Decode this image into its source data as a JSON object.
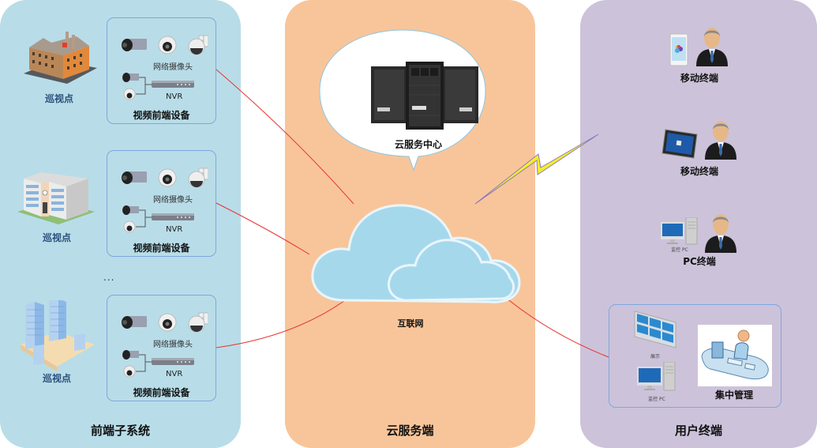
{
  "front_subsystem": {
    "title": "前端子系统",
    "sites": [
      {
        "label": "巡视点",
        "icon": "factory-icon"
      },
      {
        "label": "巡视点",
        "icon": "office-building-icon"
      },
      {
        "label": "巡视点",
        "icon": "high-rise-campus-icon"
      }
    ],
    "ellipsis": "...",
    "device_boxes": [
      {
        "camera_label": "网络摄像头",
        "nvr_label": "NVR",
        "title": "视频前端设备"
      },
      {
        "camera_label": "网络摄像头",
        "nvr_label": "NVR",
        "title": "视频前端设备"
      },
      {
        "camera_label": "网络摄像头",
        "nvr_label": "NVR",
        "title": "视频前端设备"
      }
    ]
  },
  "cloud_service": {
    "title": "云服务端",
    "server_center_label": "云服务中心",
    "internet_label": "互联网"
  },
  "user_terminal": {
    "title": "用户终端",
    "terminals": [
      {
        "label": "移动终端",
        "device": "smartphone-icon"
      },
      {
        "label": "移动终端",
        "device": "tablet-icon"
      },
      {
        "label": "PC终端",
        "device": "desktop-pc-icon",
        "device_caption": "监控 PC"
      }
    ],
    "central_management": {
      "title": "集中管理",
      "video_wall_caption": "展示",
      "pc_caption": "监控 PC"
    }
  },
  "colors": {
    "front_panel": "#b8dde8",
    "cloud_panel": "#f8c59a",
    "user_panel": "#ccc3da",
    "box_border": "#7ea7e0",
    "link_line": "#e8332f",
    "cloud_fill": "#a6d8ec",
    "lightning": "#f5ee2a"
  }
}
